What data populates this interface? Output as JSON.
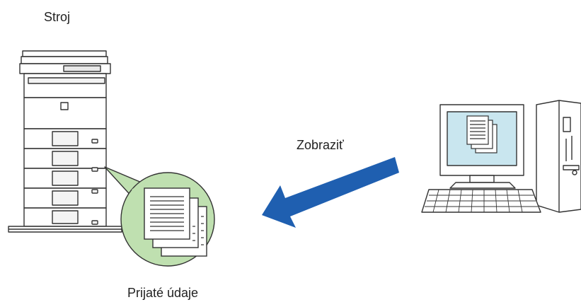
{
  "labels": {
    "machine": "Stroj",
    "action": "Zobraziť",
    "received": "Prijaté údaje"
  },
  "colors": {
    "arrow": "#1f5fb0",
    "bubble_fill": "#bfe0b0",
    "monitor_screen": "#c9e6ef",
    "outline": "#333333"
  },
  "icons": [
    "printer-icon",
    "received-documents-icon",
    "arrow-left-icon",
    "computer-icon",
    "documents-on-screen-icon"
  ]
}
